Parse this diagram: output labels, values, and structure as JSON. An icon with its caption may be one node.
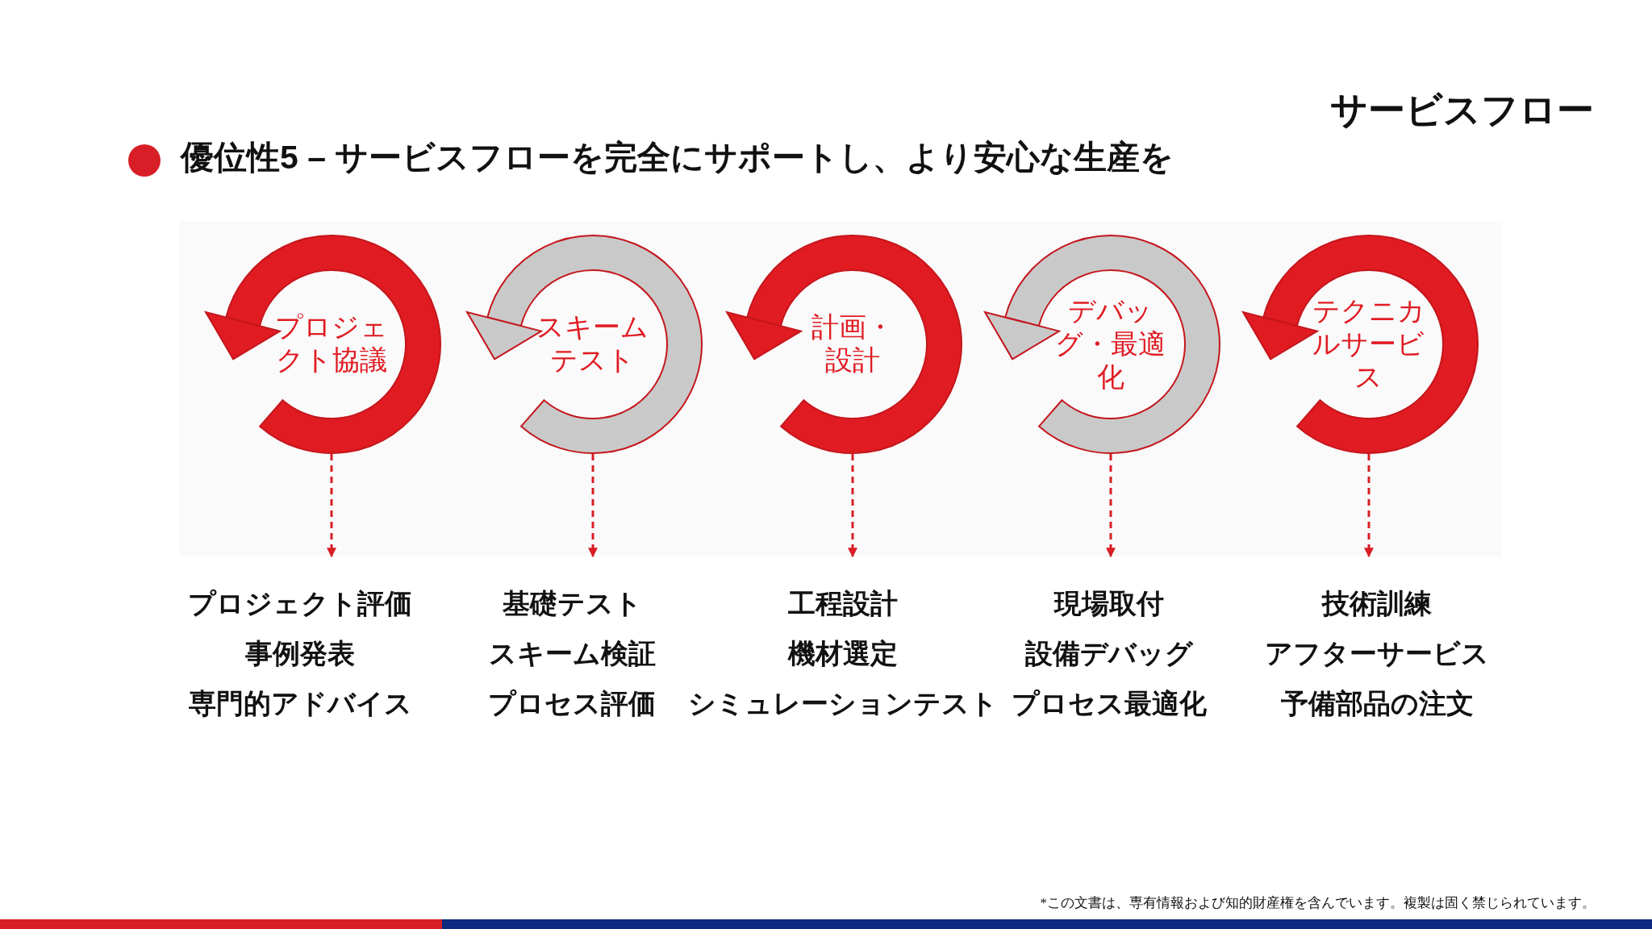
{
  "diagram": {
    "title": "サービスフロー",
    "nodes": [
      {
        "text": [
          "プロジェクト協議"
        ]
      },
      {
        "text": [
          "スキームテスト"
        ]
      },
      {
        "text": [
          "計画・設計"
        ]
      },
      {
        "text": [
          "デバッグ・最適化"
        ]
      },
      {
        "text": [
          "テクニカルサービス"
        ]
      },
      {
        "text": [
          "プロジェクト評価",
          "事例発表",
          "専門的アドバイス"
        ]
      },
      {
        "text": [
          "基礎テスト",
          "スキーム検証",
          "プロセス評価"
        ]
      },
      {
        "text": [
          "工程設計",
          "機材選定",
          "シミュレーションテスト"
        ]
      },
      {
        "text": [
          "現場取付",
          "設備デバッグ",
          "プロセス最適化"
        ]
      },
      {
        "text": [
          "技術訓練",
          "アフターサービス",
          "予備部品の注文"
        ]
      }
    ],
    "edges": [
      {
        "from": 0,
        "to": 5,
        "arrow": "to",
        "style": "dashed"
      },
      {
        "from": 1,
        "to": 6,
        "arrow": "to",
        "style": "dashed"
      },
      {
        "from": 2,
        "to": 7,
        "arrow": "to",
        "style": "dashed"
      },
      {
        "from": 3,
        "to": 8,
        "arrow": "to",
        "style": "dashed"
      },
      {
        "from": 4,
        "to": 9,
        "arrow": "to",
        "style": "dashed"
      }
    ],
    "labels": [
      "優位性5 – サービスフローを完全にサポートし、より安心な生産を",
      "*この文書は、専有情報および知的財産権を含んでいます。複製は固く禁じられています。"
    ]
  }
}
